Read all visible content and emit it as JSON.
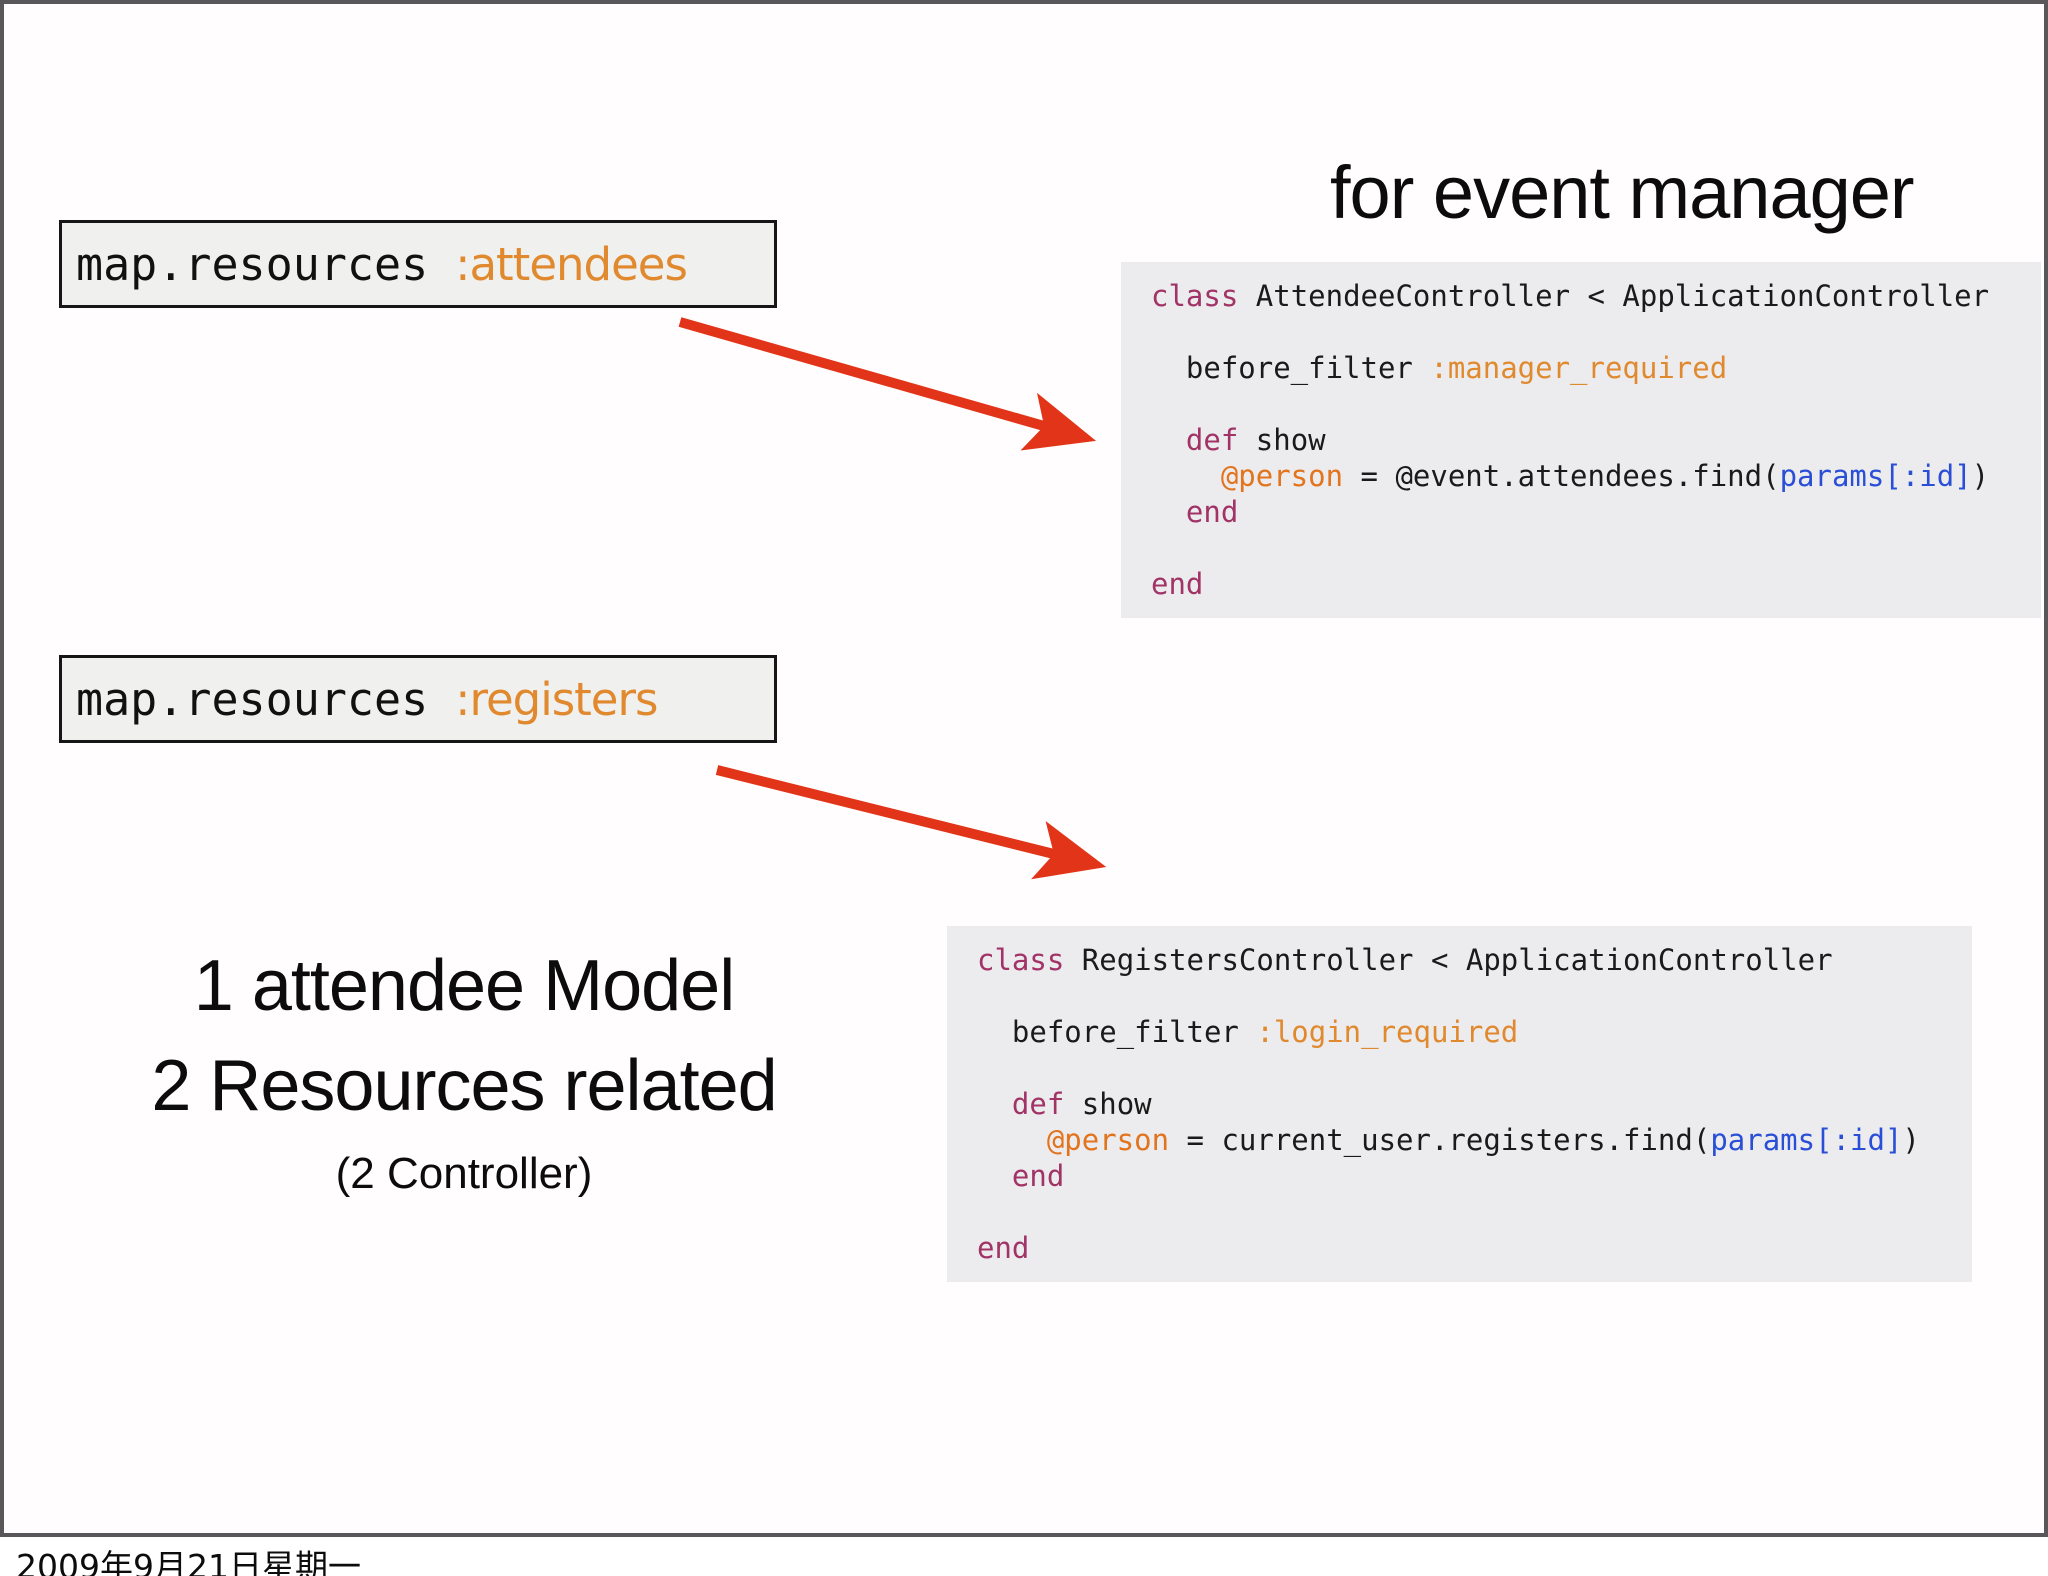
{
  "slide": {
    "title": "for event manager",
    "route_boxes": [
      {
        "prefix": "map.resources ",
        "symbol": ":attendees"
      },
      {
        "prefix": "map.resources ",
        "symbol": ":registers"
      }
    ],
    "summary": {
      "line1": "1 attendee Model",
      "line2": "2 Resources related",
      "line3": "(2 Controller)"
    },
    "code_blocks": [
      {
        "name": "attendee-controller",
        "lines": [
          [
            {
              "t": "class",
              "c": "kw"
            },
            {
              "t": " AttendeeController < ApplicationController",
              "c": "pl"
            }
          ],
          [],
          [
            {
              "t": "  before_filter ",
              "c": "pl"
            },
            {
              "t": ":manager_required",
              "c": "sym"
            }
          ],
          [],
          [
            {
              "t": "  ",
              "c": "pl"
            },
            {
              "t": "def",
              "c": "kw"
            },
            {
              "t": " show",
              "c": "pl"
            }
          ],
          [
            {
              "t": "    ",
              "c": "pl"
            },
            {
              "t": "@person",
              "c": "ivar"
            },
            {
              "t": " = @event.attendees.find(",
              "c": "pl"
            },
            {
              "t": "params[:id]",
              "c": "const"
            },
            {
              "t": ")",
              "c": "pl"
            }
          ],
          [
            {
              "t": "  ",
              "c": "pl"
            },
            {
              "t": "end",
              "c": "kw"
            }
          ],
          [],
          [
            {
              "t": "end",
              "c": "kw"
            }
          ]
        ]
      },
      {
        "name": "registers-controller",
        "lines": [
          [
            {
              "t": "class",
              "c": "kw"
            },
            {
              "t": " RegistersController < ApplicationController",
              "c": "pl"
            }
          ],
          [],
          [
            {
              "t": "  before_filter ",
              "c": "pl"
            },
            {
              "t": ":login_required",
              "c": "sym"
            }
          ],
          [],
          [
            {
              "t": "  ",
              "c": "pl"
            },
            {
              "t": "def",
              "c": "kw"
            },
            {
              "t": " show",
              "c": "pl"
            }
          ],
          [
            {
              "t": "    ",
              "c": "pl"
            },
            {
              "t": "@person",
              "c": "ivar"
            },
            {
              "t": " = current_user.registers.find(",
              "c": "pl"
            },
            {
              "t": "params[:id]",
              "c": "const"
            },
            {
              "t": ")",
              "c": "pl"
            }
          ],
          [
            {
              "t": "  ",
              "c": "pl"
            },
            {
              "t": "end",
              "c": "kw"
            }
          ],
          [],
          [
            {
              "t": "end",
              "c": "kw"
            }
          ]
        ]
      }
    ],
    "footer_date": "2009年9月21日星期一"
  },
  "colors": {
    "keyword": "#a13366",
    "symbol_orange": "#e0892e",
    "instance_var_orange": "#e2741e",
    "params_blue": "#2a4fd6",
    "arrow_red": "#e23418",
    "code_background": "#ececee",
    "route_box_background": "#f0f0ee",
    "slide_border": "#58585a"
  }
}
